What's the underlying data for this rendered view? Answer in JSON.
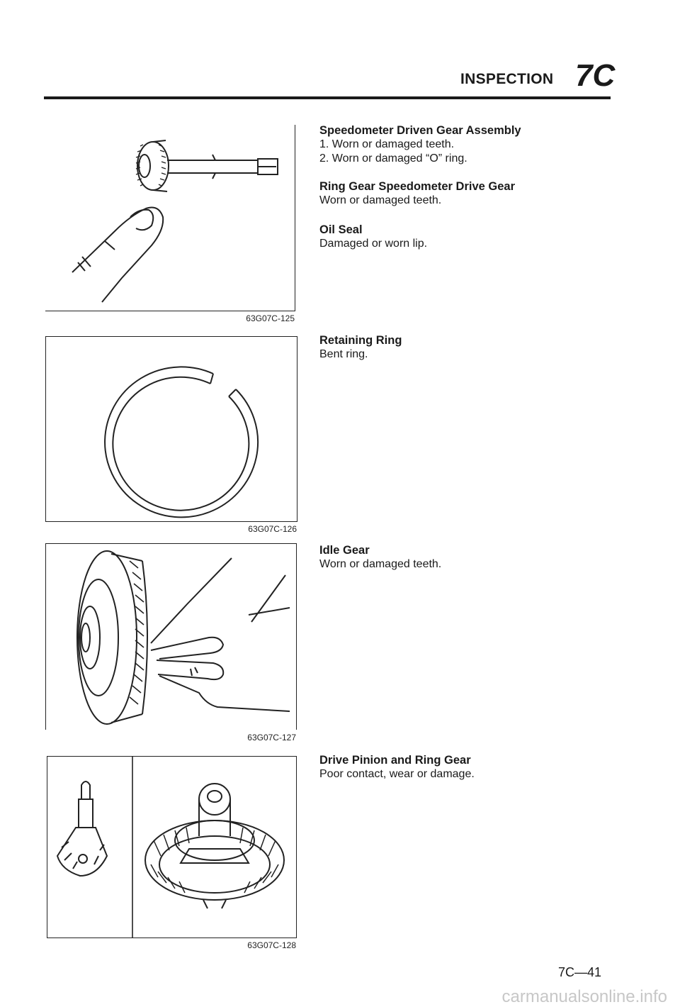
{
  "header": {
    "title": "INSPECTION",
    "section_code": "7C"
  },
  "figures": [
    {
      "code": "63G07C-125"
    },
    {
      "code": "63G07C-126"
    },
    {
      "code": "63G07C-127"
    },
    {
      "code": "63G07C-128"
    }
  ],
  "sections": [
    {
      "heading": "Speedometer Driven Gear Assembly",
      "lines": [
        "1. Worn or damaged teeth.",
        "2. Worn or damaged “O” ring."
      ]
    },
    {
      "heading": "Ring Gear Speedometer Drive Gear",
      "lines": [
        "Worn or damaged teeth."
      ]
    },
    {
      "heading": "Oil Seal",
      "lines": [
        "Damaged or worn lip."
      ]
    },
    {
      "heading": "Retaining Ring",
      "lines": [
        "Bent ring."
      ]
    },
    {
      "heading": "Idle Gear",
      "lines": [
        "Worn or damaged teeth."
      ]
    },
    {
      "heading": "Drive Pinion and Ring Gear",
      "lines": [
        "Poor contact, wear or damage."
      ]
    }
  ],
  "footer": {
    "page_number": "7C—41"
  },
  "watermark": {
    "text": "carmanualsonline.info"
  }
}
